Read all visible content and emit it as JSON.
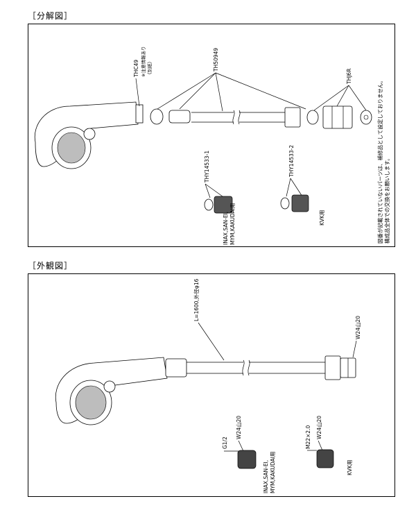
{
  "sections": {
    "exploded_title": "［分解図］",
    "exterior_title": "［外観図］"
  },
  "exploded": {
    "parts": {
      "thc49": "THC49",
      "thc49_note1": "※注意情報あり",
      "thc49_note2": "（別紙）",
      "th50949": "TH50949",
      "thj6r": "THJ6R",
      "thy14533_1": "THY14533-1",
      "thy14533_2": "THY14533-2"
    },
    "makers": {
      "inax_line1": "INAX,SAN-EI,",
      "inax_line2": "MYM,KAKUDAI用",
      "kvk": "KVK用"
    },
    "note_line1": "図番が記載されていないパーツは、補修品として設定しておりません。",
    "note_line2": "構成品全体での交換をお願いします。"
  },
  "exterior": {
    "hose_length": "L=1600,外径φ16",
    "w24_top": "W24山20",
    "g12": "G1/2",
    "w24_inax": "W24山20",
    "m22": "M22×2.0",
    "w24_kvk": "W24山20",
    "inax_line1": "INAX,SAN-EI,",
    "inax_line2": "MYM,KAKUDAI用",
    "kvk": "KVK用"
  }
}
